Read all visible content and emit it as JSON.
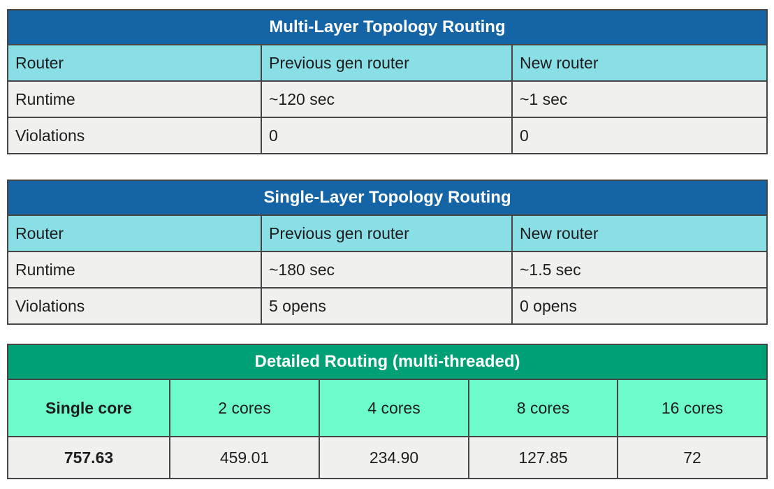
{
  "colors": {
    "blue_header": "#1565a6",
    "cyan_header_row": "#8adee6",
    "green_header": "#00a077",
    "mint_header_row": "#6dfbcc",
    "data_row": "#f0f0ee",
    "border": "#454545",
    "header_text": "#ffffff",
    "cell_text": "#1d1d1d"
  },
  "tables": [
    {
      "title": "Multi-Layer Topology Routing",
      "header_row": [
        "Router",
        "Previous gen router",
        "New router"
      ],
      "rows": [
        [
          "Runtime",
          "~120 sec",
          "~1 sec"
        ],
        [
          "Violations",
          "0",
          "0"
        ]
      ]
    },
    {
      "title": "Single-Layer Topology Routing",
      "header_row": [
        "Router",
        "Previous gen router",
        "New router"
      ],
      "rows": [
        [
          "Runtime",
          "~180 sec",
          "~1.5 sec"
        ],
        [
          "Violations",
          "5 opens",
          "0 opens"
        ]
      ]
    },
    {
      "title": "Detailed Routing (multi-threaded)",
      "header_row": [
        "Single core",
        "2 cores",
        "4 cores",
        "8 cores",
        "16 cores"
      ],
      "rows": [
        [
          "757.63",
          "459.01",
          "234.90",
          "127.85",
          "72"
        ]
      ]
    }
  ]
}
